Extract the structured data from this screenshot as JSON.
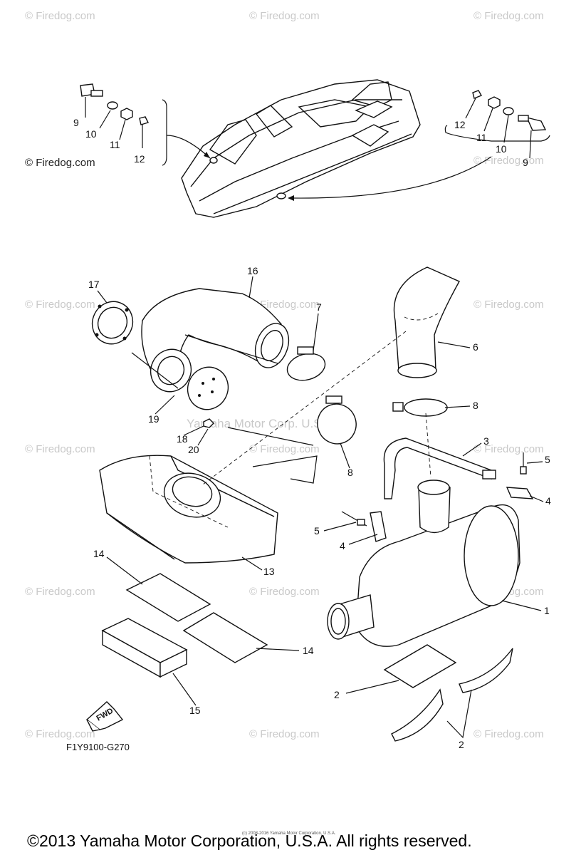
{
  "watermark": {
    "tile_text": "© Firedog.com",
    "side_text": "© Firedog.com",
    "center_text": "Yamaha Motor Corp. U.S.A."
  },
  "callouts": {
    "top_left": [
      "9",
      "10",
      "11",
      "12"
    ],
    "top_right": [
      "12",
      "11",
      "10",
      "9"
    ],
    "main": [
      "16",
      "17",
      "7",
      "6",
      "8",
      "19",
      "18",
      "20",
      "8",
      "3",
      "5",
      "4",
      "5",
      "4",
      "13",
      "14",
      "1",
      "14",
      "15",
      "2",
      "2"
    ]
  },
  "diagram_code": "F1Y9100-G270",
  "fwd_label": "FWD",
  "fine_print": "(c) 2008-2016 Yamaha Motor Corporation, U.S.A.",
  "footer": "©2013 Yamaha Motor Corporation, U.S.A. All rights reserved."
}
